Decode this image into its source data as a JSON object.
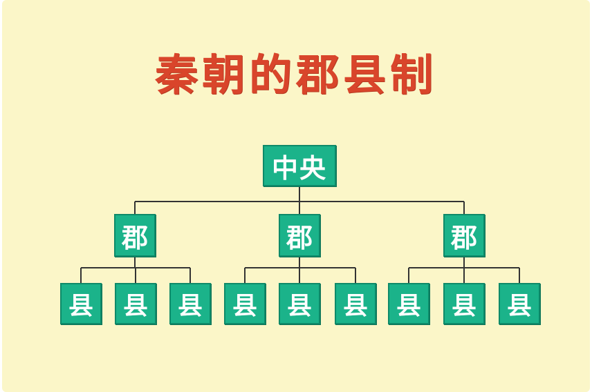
{
  "title": "秦朝的郡县制",
  "nodes": {
    "central": "中央",
    "jun": [
      "郡",
      "郡",
      "郡"
    ],
    "xian": [
      "县",
      "县",
      "县",
      "县",
      "县",
      "县",
      "县",
      "县",
      "县"
    ]
  },
  "colors": {
    "background": "#fbf6c8",
    "title": "#d9452b",
    "box_fill": "#1bb38a",
    "box_border": "#0e8a69",
    "box_text": "#ffffff",
    "connector": "#333333"
  }
}
